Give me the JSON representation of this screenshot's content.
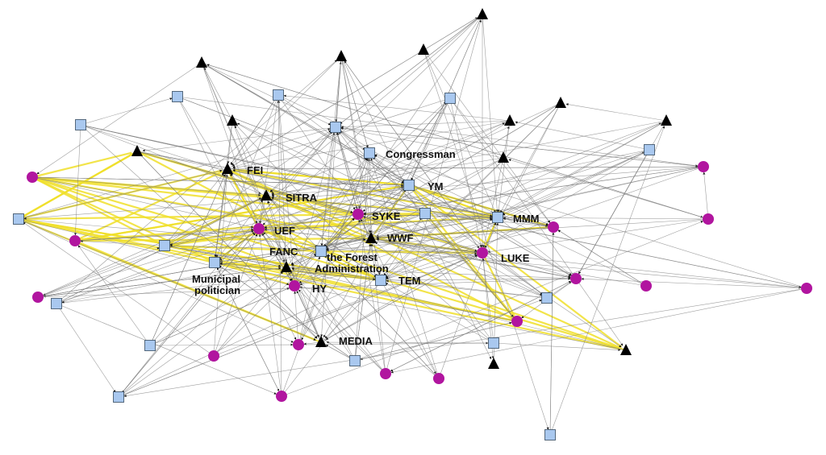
{
  "colors": {
    "edge": "#7d7d7d",
    "highlight_edge": "#f0df2a",
    "circle_fill": "#b1159f",
    "square_fill": "#a9c8ef",
    "triangle_fill": "#000000"
  },
  "labels": {
    "fei": "FEI",
    "congressman": "Congressman",
    "ym": "YM",
    "sitra": "SITRA",
    "syke": "SYKE",
    "wwf": "WWF",
    "mmm": "MMM",
    "uef": "UEF",
    "fanc": "FANC",
    "forest_admin_1": "the Forest",
    "forest_admin_2": "Administration",
    "luke": "LUKE",
    "municipal_1": "Municipal",
    "municipal_2": "politician",
    "hy": "HY",
    "tem": "TEM",
    "media": "MEDIA"
  }
}
